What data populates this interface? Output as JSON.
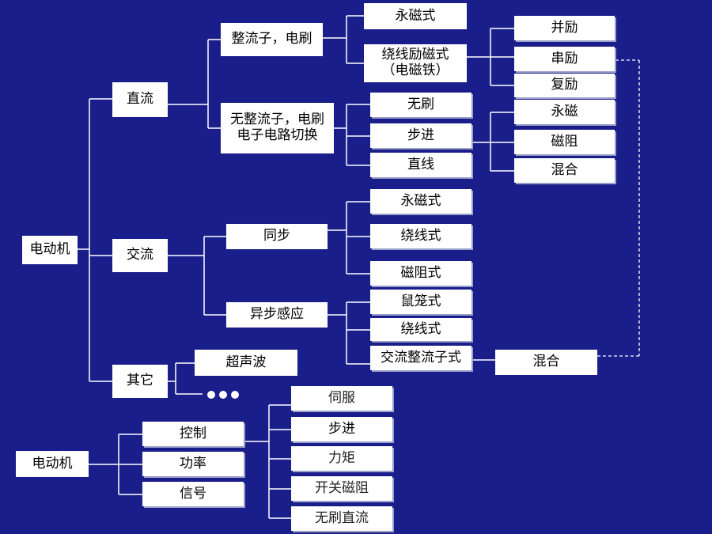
{
  "colors": {
    "background": "#1a1e8a",
    "box": "#ffffff",
    "line": "#ffffff"
  },
  "tree": {
    "root": "电动机",
    "dc": "直流",
    "dc_brushed": "整流子，电刷",
    "dc_pm": "永磁式",
    "dc_wound": "绕线励磁式\n（电磁铁）",
    "dc_shunt": "并励",
    "dc_series": "串励",
    "dc_compound": "复励",
    "dc_brushless": "无整流子，电刷\n电子电路切换",
    "dc_bldc": "无刷",
    "dc_stepper": "步进",
    "dc_linear": "直线",
    "st_pm": "永磁",
    "st_reluct": "磁阻",
    "st_hybrid": "混合",
    "ac": "交流",
    "ac_sync": "同步",
    "sync_pm": "永磁式",
    "sync_wound": "绕线式",
    "sync_reluct": "磁阻式",
    "ac_async": "异步感应",
    "async_squirrel": "鼠笼式",
    "async_wound": "绕线式",
    "async_commutator": "交流整流子式",
    "mixed": "混合",
    "other": "其它",
    "ultrasonic": "超声波"
  },
  "tree2": {
    "root": "电动机",
    "control": "控制",
    "power": "功率",
    "signal": "信号",
    "servo": "伺服",
    "stepper": "步进",
    "torque": "力矩",
    "switched_reluct": "开关磁阻",
    "brushless_dc": "无刷直流"
  }
}
